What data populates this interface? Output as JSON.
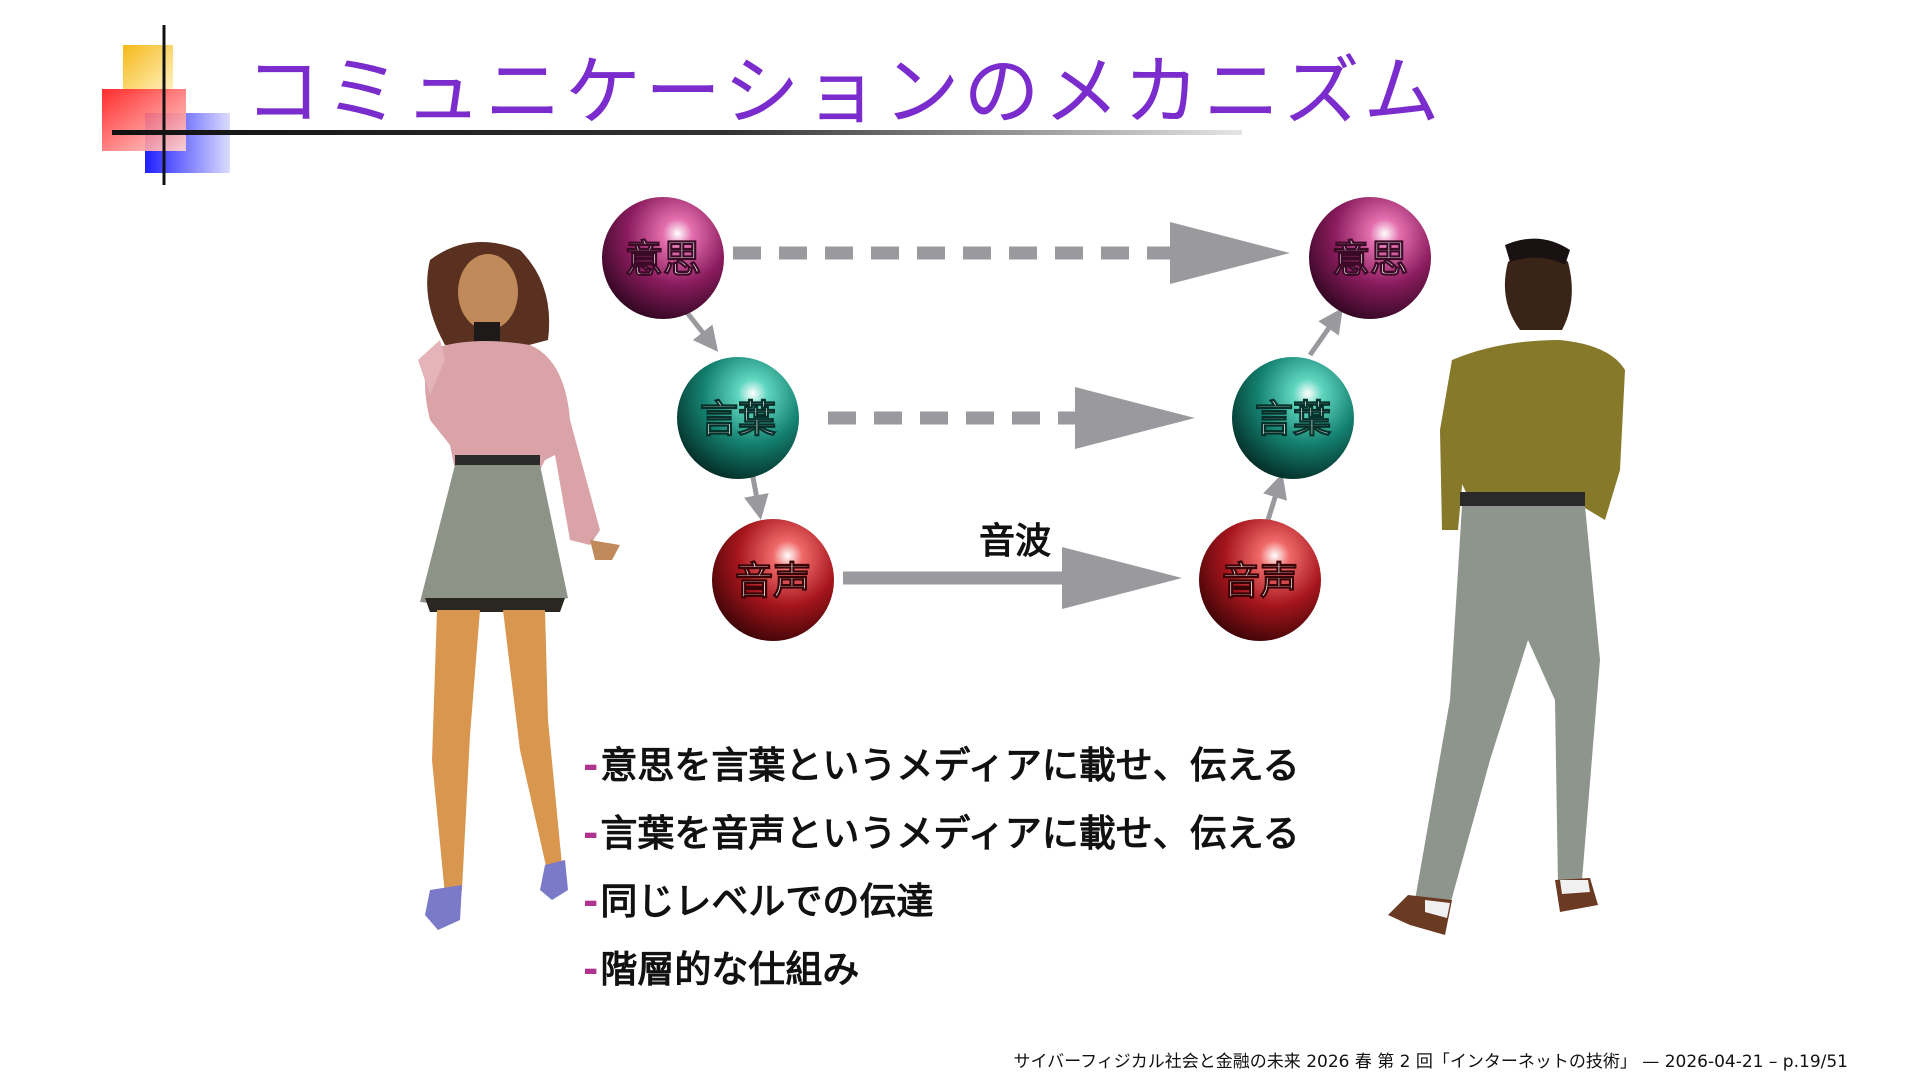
{
  "slide": {
    "title": "コミュニケーションのメカニズム",
    "footer": "サイバーフィジカル社会と金融の未来 2026 春 第 2 回「インターネットの技術」 — 2026-04-21 – p.19/51"
  },
  "diagram": {
    "sender": {
      "intent": "意思",
      "words": "言葉",
      "voice": "音声"
    },
    "receiver": {
      "intent": "意思",
      "words": "言葉",
      "voice": "音声"
    },
    "channel_label": "音波"
  },
  "bullets": [
    {
      "dash": "-",
      "text": "意思を言葉というメディアに載せ、伝える"
    },
    {
      "dash": "-",
      "text": "言葉を音声というメディアに載せ、伝える"
    },
    {
      "dash": "-",
      "text": "同じレベルでの伝達"
    },
    {
      "dash": "-",
      "text": "階層的な仕組み"
    }
  ],
  "colors": {
    "title": "#7a2ccc",
    "intent_sphere": "#8b1c5e",
    "words_sphere": "#14806f",
    "voice_sphere": "#a5151c",
    "arrow": "#9a9a9e",
    "bullet_dash": "#b0348f"
  }
}
